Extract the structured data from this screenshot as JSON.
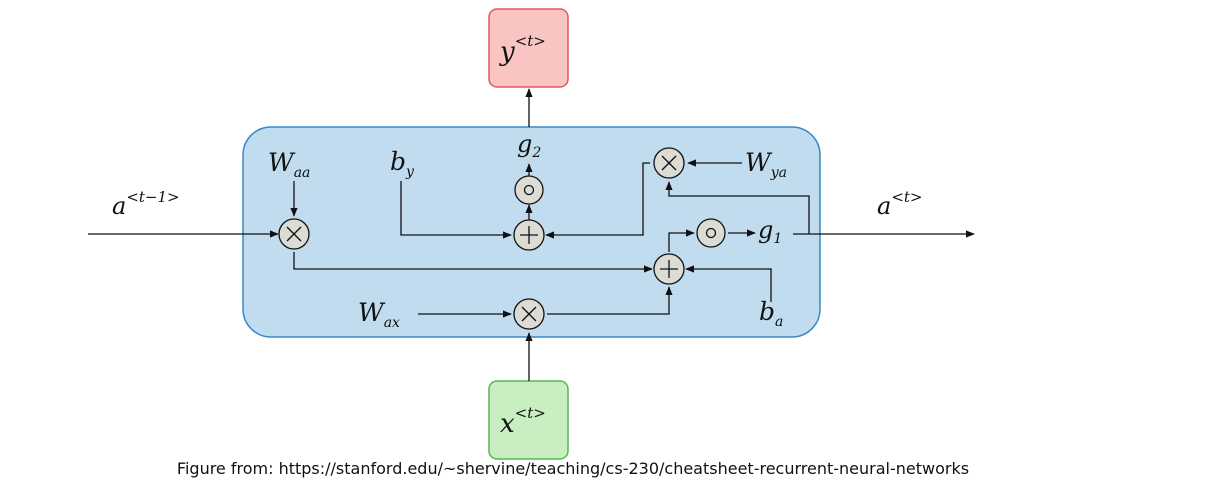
{
  "diagram": {
    "output_box": {
      "base": "y",
      "superscript": "<t>"
    },
    "input_box": {
      "base": "x",
      "superscript": "<t>"
    },
    "prev_activation": {
      "base": "a",
      "superscript": "<t−1>"
    },
    "next_activation": {
      "base": "a",
      "superscript": "<t>"
    },
    "w_aa": {
      "base": "W",
      "subscript": "aa"
    },
    "w_ax": {
      "base": "W",
      "subscript": "ax"
    },
    "w_ya": {
      "base": "W",
      "subscript": "ya"
    },
    "b_y": {
      "base": "b",
      "subscript": "y"
    },
    "b_a": {
      "base": "b",
      "subscript": "a"
    },
    "g1": {
      "base": "g",
      "subscript": "1"
    },
    "g2": {
      "base": "g",
      "subscript": "2"
    },
    "colors": {
      "cell_fill": "#c0dcee",
      "cell_stroke": "#3a87c9",
      "output_fill": "#f9c5c3",
      "output_stroke": "#e0595a",
      "input_fill": "#c9eec2",
      "input_stroke": "#5bb552",
      "node_fill": "#dcdcd4"
    }
  },
  "caption": "Figure from: https://stanford.edu/~shervine/teaching/cs-230/cheatsheet-recurrent-neural-networks"
}
